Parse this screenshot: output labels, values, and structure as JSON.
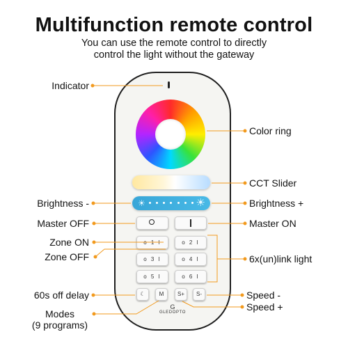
{
  "title": "Multifunction remote control",
  "subtitle_line1": "You can use the remote control to directly",
  "subtitle_line2": "control the light without the gateway",
  "labels": {
    "indicator": "Indicator",
    "color_ring": "Color ring",
    "cct_slider": "CCT Slider",
    "brightness_minus": "Brightness -",
    "brightness_plus": "Brightness +",
    "master_off": "Master OFF",
    "master_on": "Master ON",
    "zone_on": "Zone ON",
    "zone_off": "Zone OFF",
    "link": "6x(un)link light",
    "off_delay": "60s off delay",
    "speed_minus": "Speed -",
    "speed_plus": "Speed +",
    "modes_line1": "Modes",
    "modes_line2": "(9 programs)"
  },
  "remote": {
    "zone_buttons": [
      "o 1 I",
      "o 2 I",
      "o 3 I",
      "o 4 I",
      "o 5 I",
      "o 6 I"
    ],
    "bottom_buttons": [
      "☾",
      "M",
      "S+",
      "S-"
    ],
    "brand_logo": "G",
    "brand": "GLEDOPTO",
    "sun_small": "☀",
    "sun_large": "☀"
  },
  "colors": {
    "pointer": "#f29a1e",
    "outline": "#1e1e1e",
    "brightness_bar": "#3aa9da"
  }
}
